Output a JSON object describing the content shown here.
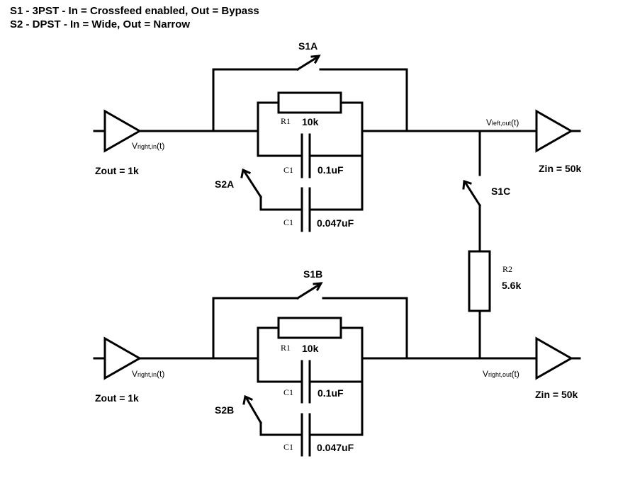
{
  "notes": {
    "line1": "S1 - 3PST - In = Crossfeed enabled, Out = Bypass",
    "line2": "S2 - DPST - In = Wide, Out = Narrow"
  },
  "top_channel": {
    "input_signal": {
      "main": "V",
      "sub": "right,in",
      "suffix": "(t)"
    },
    "output_signal": {
      "main": "V",
      "sub": "left,out",
      "suffix": "(t)"
    },
    "zout_label": "Zout  = 1k",
    "zin_label": "Zin = 50k",
    "bypass_switch": "S1A",
    "width_switch": "S2A",
    "resistor": {
      "designator": "R1",
      "value": "10k"
    },
    "cap_wide": {
      "designator": "C1",
      "value": "0.1uF"
    },
    "cap_narrow": {
      "designator": "C1",
      "value": "0.047uF"
    }
  },
  "bottom_channel": {
    "input_signal": {
      "main": "V",
      "sub": "right,in",
      "suffix": "(t)"
    },
    "output_signal": {
      "main": "V",
      "sub": "right,out",
      "suffix": "(t)"
    },
    "zout_label": "Zout  = 1k",
    "zin_label": "Zin = 50k",
    "bypass_switch": "S1B",
    "width_switch": "S2B",
    "resistor": {
      "designator": "R1",
      "value": "10k"
    },
    "cap_wide": {
      "designator": "C1",
      "value": "0.1uF"
    },
    "cap_narrow": {
      "designator": "C1",
      "value": "0.047uF"
    }
  },
  "crossfeed": {
    "switch": "S1C",
    "resistor": {
      "designator": "R2",
      "value": "5.6k"
    }
  }
}
